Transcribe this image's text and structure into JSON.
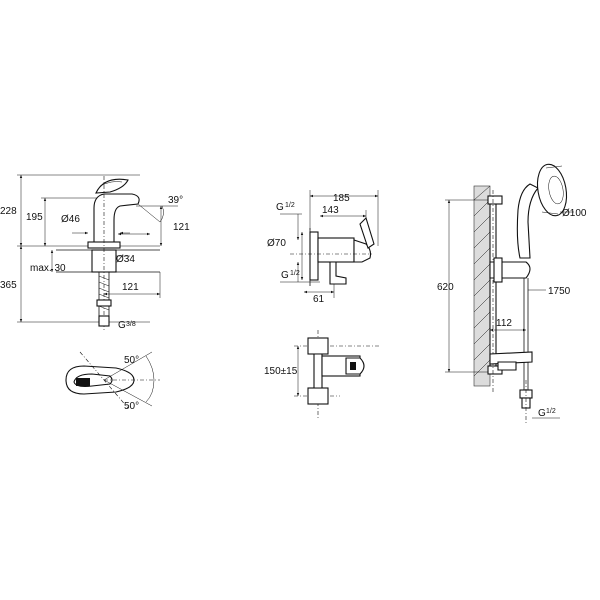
{
  "basin_mixer": {
    "dim_total_height": "228",
    "dim_spout_height": "195",
    "dim_angle": "39°",
    "dim_spout_reach": "121",
    "dim_base_diameter": "Ø46",
    "dim_hole_diameter": "Ø34",
    "dim_max_thickness": "max. 30",
    "dim_hose_length": "365",
    "dim_lower_reach": "121",
    "thread_label": "G",
    "thread_fraction": "3/8",
    "angle_upper": "50°",
    "angle_lower": "50°"
  },
  "shower_mixer": {
    "dim_overall_width": "185",
    "dim_inner_width": "143",
    "thread_label_top": "G",
    "thread_fraction_top": "1/2",
    "dim_escutcheon": "Ø70",
    "thread_label_bottom": "G",
    "thread_fraction_bottom": "1/2",
    "dim_depth": "61",
    "dim_center_distance": "150±15"
  },
  "shower_rail": {
    "dim_rail_height": "620",
    "dim_head_diameter": "Ø100",
    "dim_hose_length": "1750",
    "dim_projection": "112",
    "thread_label": "G",
    "thread_fraction": "1/2"
  },
  "colors": {
    "line": "#111111",
    "wall_fill": "#dcdcdc",
    "background": "#ffffff"
  }
}
